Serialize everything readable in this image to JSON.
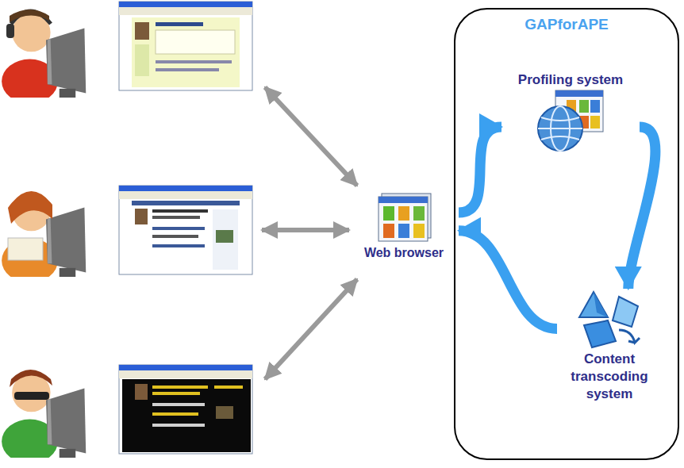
{
  "diagram": {
    "nodes": [
      {
        "text": [
          "Web browser"
        ]
      },
      {
        "text": [
          "GAPforAPE"
        ]
      },
      {
        "text": [
          "Profiling system"
        ],
        "in": 1
      },
      {
        "text": [
          "Content transcoding system"
        ],
        "in": 1
      }
    ],
    "edges": [
      {
        "from": 0,
        "to": 2,
        "arrow": "to"
      },
      {
        "from": 2,
        "to": 3,
        "arrow": "to"
      },
      {
        "from": 3,
        "to": 0,
        "arrow": "to"
      }
    ]
  }
}
